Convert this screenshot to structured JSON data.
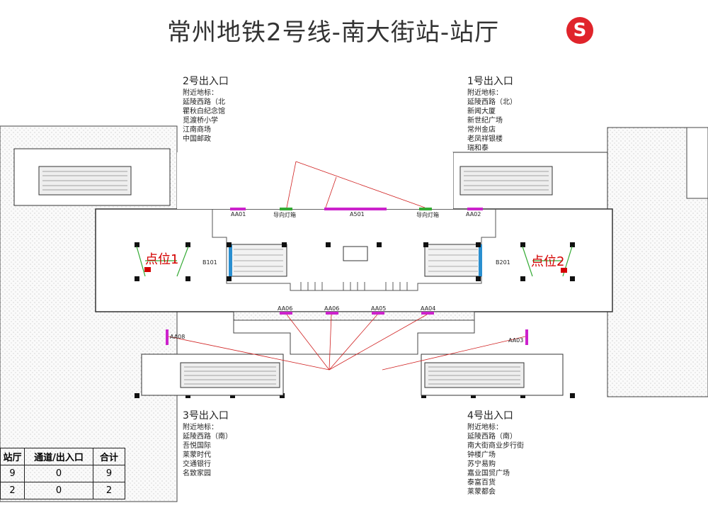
{
  "title": "常州地铁2号线-南大街站-站厅",
  "logo_letter": "S",
  "exits": {
    "exit2": {
      "heading": "2号出入口",
      "landmark_label": "附近地标：",
      "landmarks": [
        "延陵西路（北",
        "瞿秋白纪念馆",
        "觅渡桥小学",
        "江南商场",
        "中国邮政"
      ]
    },
    "exit1": {
      "heading": "1号出入口",
      "landmark_label": "附近地标：",
      "landmarks": [
        "延陵西路（北）",
        "新闻大厦",
        "新世纪广场",
        "常州金店",
        "老凤祥银楼",
        "瑞和泰"
      ]
    },
    "exit3": {
      "heading": "3号出入口",
      "landmark_label": "附近地标：",
      "landmarks": [
        "延陵西路（南）",
        "吾悦国际",
        "莱蒙时代",
        "交通银行",
        "名致家园"
      ]
    },
    "exit4": {
      "heading": "4号出入口",
      "landmark_label": "附近地标：",
      "landmarks": [
        "延陵西路（南）",
        "南大街商业步行街",
        "钟楼广场",
        "苏宁易购",
        "嘉业国贸广场",
        "泰富百货",
        "莱蒙都会"
      ]
    }
  },
  "ad_labels": {
    "aa01": "AA01",
    "a501": "A501",
    "aa02": "AA02",
    "guide_left": "导向灯箱",
    "guide_right": "导向灯箱",
    "b101": "B101",
    "b201": "B201",
    "aa06a": "AA06",
    "aa06b": "AA06",
    "aa05": "AA05",
    "aa04": "AA04",
    "aa08": "AA08",
    "aa03": "AA03"
  },
  "points": {
    "p1": "点位1",
    "p2": "点位2"
  },
  "stats_table": {
    "headers": [
      "站厅",
      "通道/出入口",
      "合计"
    ],
    "rows": [
      [
        "9",
        "0",
        "9"
      ],
      [
        "2",
        "0",
        "2"
      ]
    ]
  },
  "colors": {
    "accent_magenta": "#cc22cc",
    "accent_green": "#33aa33",
    "accent_blue": "#2a8fd0",
    "point_red": "#d40000",
    "logo_red": "#e0242b"
  }
}
